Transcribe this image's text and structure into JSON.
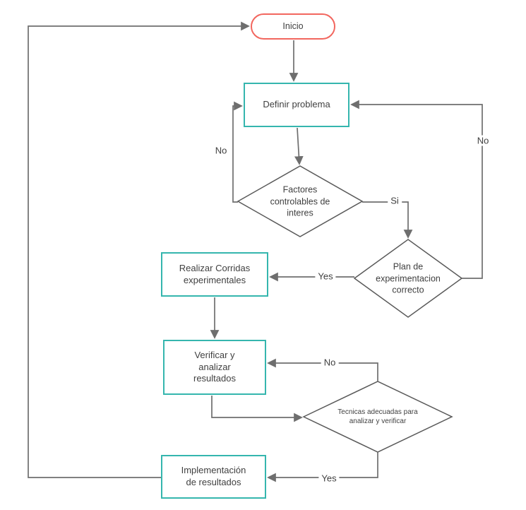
{
  "diagram": {
    "type": "flowchart",
    "language": "es",
    "nodes": {
      "inicio": {
        "label": "Inicio",
        "shape": "terminator"
      },
      "definir": {
        "label": "Definir problema",
        "shape": "process"
      },
      "factores": {
        "label": "Factores controlables de interes",
        "shape": "decision"
      },
      "plan": {
        "label": "Plan de experimentacion correcto",
        "shape": "decision"
      },
      "corridas": {
        "label": "Realizar Corridas experimentales",
        "shape": "process"
      },
      "verificar": {
        "label": "Verificar y analizar resultados",
        "shape": "process"
      },
      "tecnicas": {
        "label": "Tecnicas adecuadas para analizar y verificar",
        "shape": "decision"
      },
      "implementacion": {
        "label": "Implementación de resultados",
        "shape": "process"
      }
    },
    "edge_labels": {
      "factores_no": "No",
      "factores_si": "Si",
      "plan_no": "No",
      "plan_yes": "Yes",
      "tecnicas_no": "No",
      "tecnicas_yes": "Yes"
    },
    "colors": {
      "process_border": "#35b6ae",
      "terminator_border": "#f2665e",
      "decision_border": "#595959",
      "connector": "#6e6e6e",
      "text": "#404040",
      "background": "#ffffff"
    }
  }
}
